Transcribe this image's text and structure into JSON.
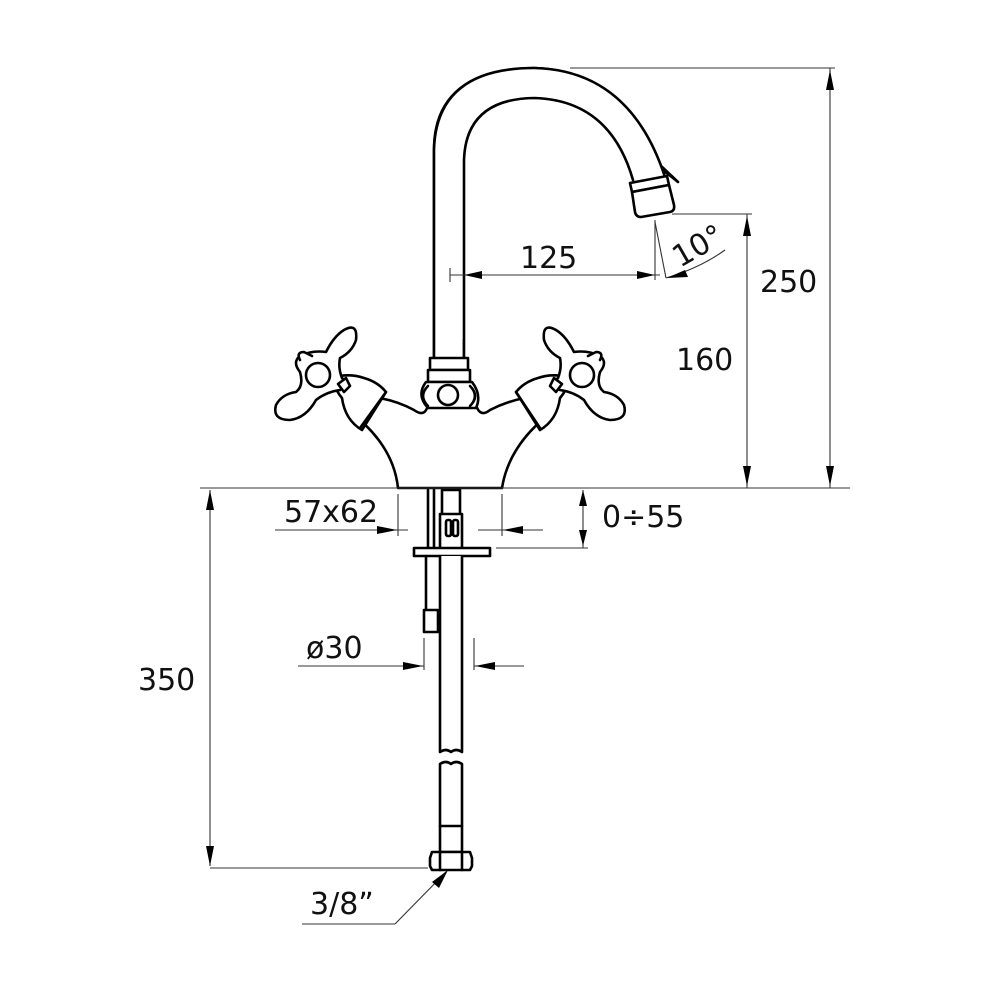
{
  "drawing": {
    "subject": "Two-handle basin mixer tap, dimensional drawing",
    "line_color": "#000000",
    "background_color": "#ffffff"
  },
  "dimensions": {
    "spout_reach": {
      "value": "125",
      "unit": "mm"
    },
    "spout_angle": {
      "value": "10°"
    },
    "spout_outlet_height": {
      "value": "160",
      "unit": "mm"
    },
    "overall_height": {
      "value": "250",
      "unit": "mm"
    },
    "base_size": {
      "value": "57x62",
      "unit": "mm"
    },
    "deck_thickness": {
      "value": "0÷55",
      "unit": "mm"
    },
    "hole_diameter": {
      "value": "ø30",
      "unit": "mm"
    },
    "hose_length": {
      "value": "350",
      "unit": "mm"
    },
    "hose_thread": {
      "value": "3/8”"
    }
  }
}
